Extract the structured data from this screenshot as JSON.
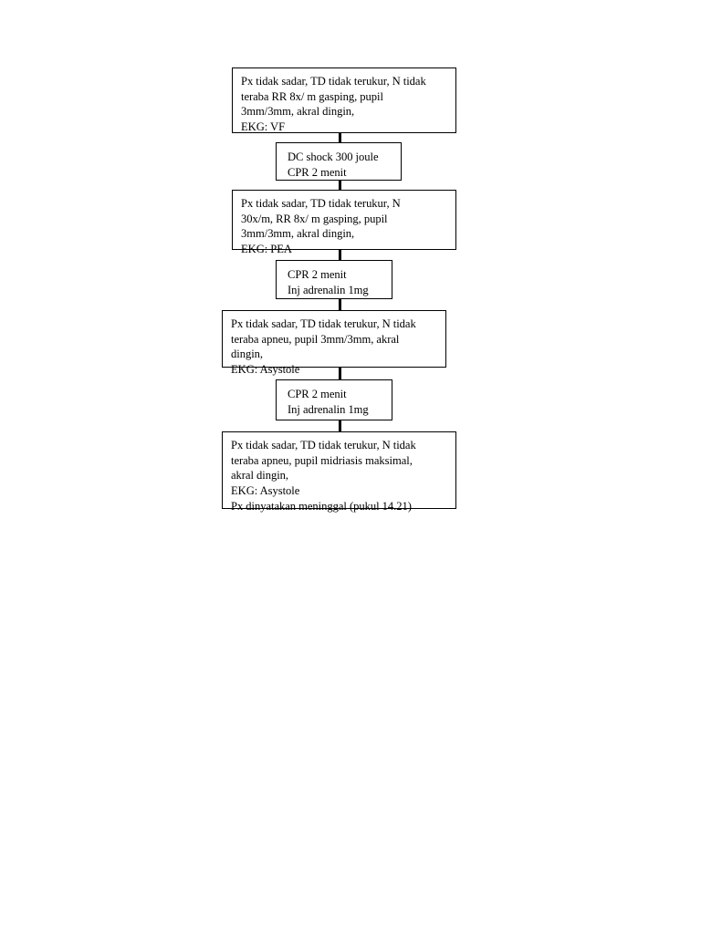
{
  "document": {
    "title": "Catatan perkembangan resusitasi pasien",
    "background_color": "#ffffff",
    "ink_color": "#000000"
  },
  "diagram": {
    "type": "flowchart",
    "orientation": "top-to-bottom",
    "node_count": 7,
    "connector_count": 6,
    "nodes": [
      {
        "id": "state-vf",
        "kind": "state",
        "lines": [
          "Px tidak sadar, TD tidak terukur, N tidak",
          "teraba RR 8x/ m gasping, pupil",
          "3mm/3mm, akral dingin,",
          "EKG: VF"
        ],
        "ekg": "VF"
      },
      {
        "id": "action-dc-shock",
        "kind": "action",
        "lines": [
          "DC shock 300 joule",
          "CPR 2 menit"
        ]
      },
      {
        "id": "state-pea",
        "kind": "state",
        "lines": [
          "Px tidak sadar, TD tidak terukur, N",
          "30x/m, RR 8x/ m gasping, pupil",
          "3mm/3mm, akral dingin,",
          "EKG:  PEA"
        ],
        "ekg": "PEA"
      },
      {
        "id": "action-cpr-adrenalin-1",
        "kind": "action",
        "lines": [
          "CPR 2 menit",
          "Inj adrenalin 1mg"
        ]
      },
      {
        "id": "state-asystole-1",
        "kind": "state",
        "lines": [
          "Px tidak sadar, TD tidak terukur, N tidak",
          "teraba apneu, pupil 3mm/3mm, akral",
          "dingin,",
          "EKG: Asystole"
        ],
        "ekg": "Asystole"
      },
      {
        "id": "action-cpr-adrenalin-2",
        "kind": "action",
        "lines": [
          "CPR 2 menit",
          "Inj adrenalin 1mg"
        ]
      },
      {
        "id": "state-death",
        "kind": "state",
        "lines": [
          "Px tidak sadar, TD tidak terukur, N tidak",
          "teraba apneu, pupil midriasis maksimal,",
          "akral dingin,",
          "EKG: Asystole",
          "Px dinyatakan meninggal (pukul 14.21)"
        ],
        "ekg": "Asystole",
        "outcome": "Px dinyatakan meninggal",
        "time_of_death": "14.21"
      }
    ]
  }
}
